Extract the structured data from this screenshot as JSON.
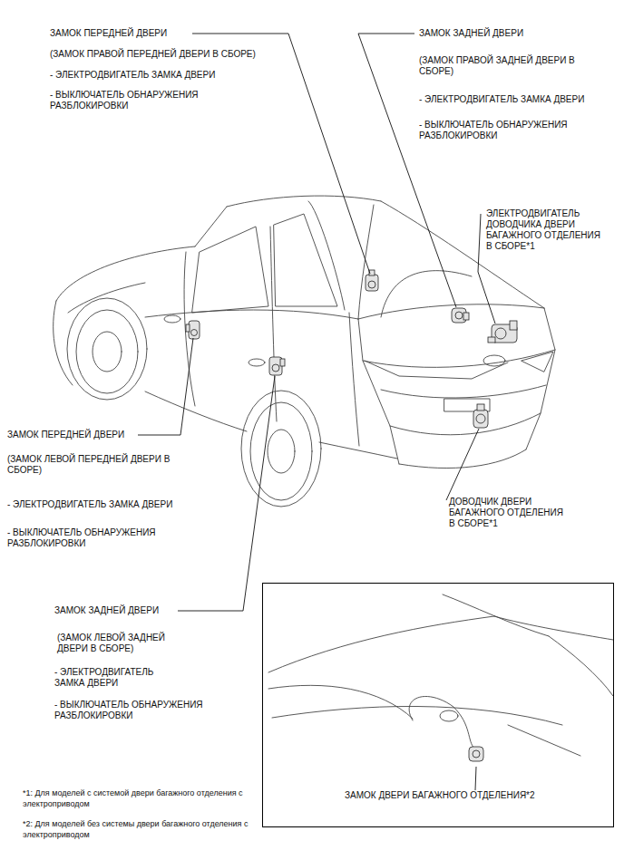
{
  "diagram": {
    "nodes": [
      {
        "text": [
          "ЗАМОК ДВЕРИ БАГАЖНОГО ОТДЕЛЕНИЯ*2"
        ]
      }
    ],
    "labels": [
      "ЗАМОК ПЕРЕДНЕЙ ДВЕРИ",
      "(ЗАМОК ПРАВОЙ ПЕРЕДНЕЙ ДВЕРИ В СБОРЕ)",
      "- ЭЛЕКТРОДВИГАТЕЛЬ ЗАМКА ДВЕРИ",
      "- ВЫКЛЮЧАТЕЛЬ ОБНАРУЖЕНИЯ РАЗБЛОКИРОВКИ",
      "ЗАМОК ЗАДНЕЙ ДВЕРИ",
      "(ЗАМОК ПРАВОЙ ЗАДНЕЙ ДВЕРИ В СБОРЕ)",
      "- ЭЛЕКТРОДВИГАТЕЛЬ ЗАМКА ДВЕРИ",
      "- ВЫКЛЮЧАТЕЛЬ ОБНАРУЖЕНИЯ РАЗБЛОКИРОВКИ",
      "ЭЛЕКТРОДВИГАТЕЛЬ ДОВОДЧИКА ДВЕРИ БАГАЖНОГО ОТДЕЛЕНИЯ В СБОРЕ*1",
      "ЗАМОК ПЕРЕДНЕЙ ДВЕРИ",
      "(ЗАМОК ЛЕВОЙ ПЕРЕДНЕЙ ДВЕРИ В СБОРЕ)",
      "- ЭЛЕКТРОДВИГАТЕЛЬ ЗАМКА ДВЕРИ",
      "- ВЫКЛЮЧАТЕЛЬ ОБНАРУЖЕНИЯ РАЗБЛОКИРОВКИ",
      "ДОВОДЧИК ДВЕРИ БАГАЖНОГО ОТДЕЛЕНИЯ В СБОРЕ*1",
      "ЗАМОК ЗАДНЕЙ ДВЕРИ",
      "(ЗАМОК ЛЕВОЙ ЗАДНЕЙ ДВЕРИ В СБОРЕ)",
      "- ЭЛЕКТРОДВИГАТЕЛЬ ЗАМКА ДВЕРИ",
      "- ВЫКЛЮЧАТЕЛЬ ОБНАРУЖЕНИЯ РАЗБЛОКИРОВКИ",
      "*1: Для моделей с системой двери багажного отделения с электроприводом",
      "*2: Для моделей без системы двери багажного отделения с электроприводом"
    ]
  }
}
